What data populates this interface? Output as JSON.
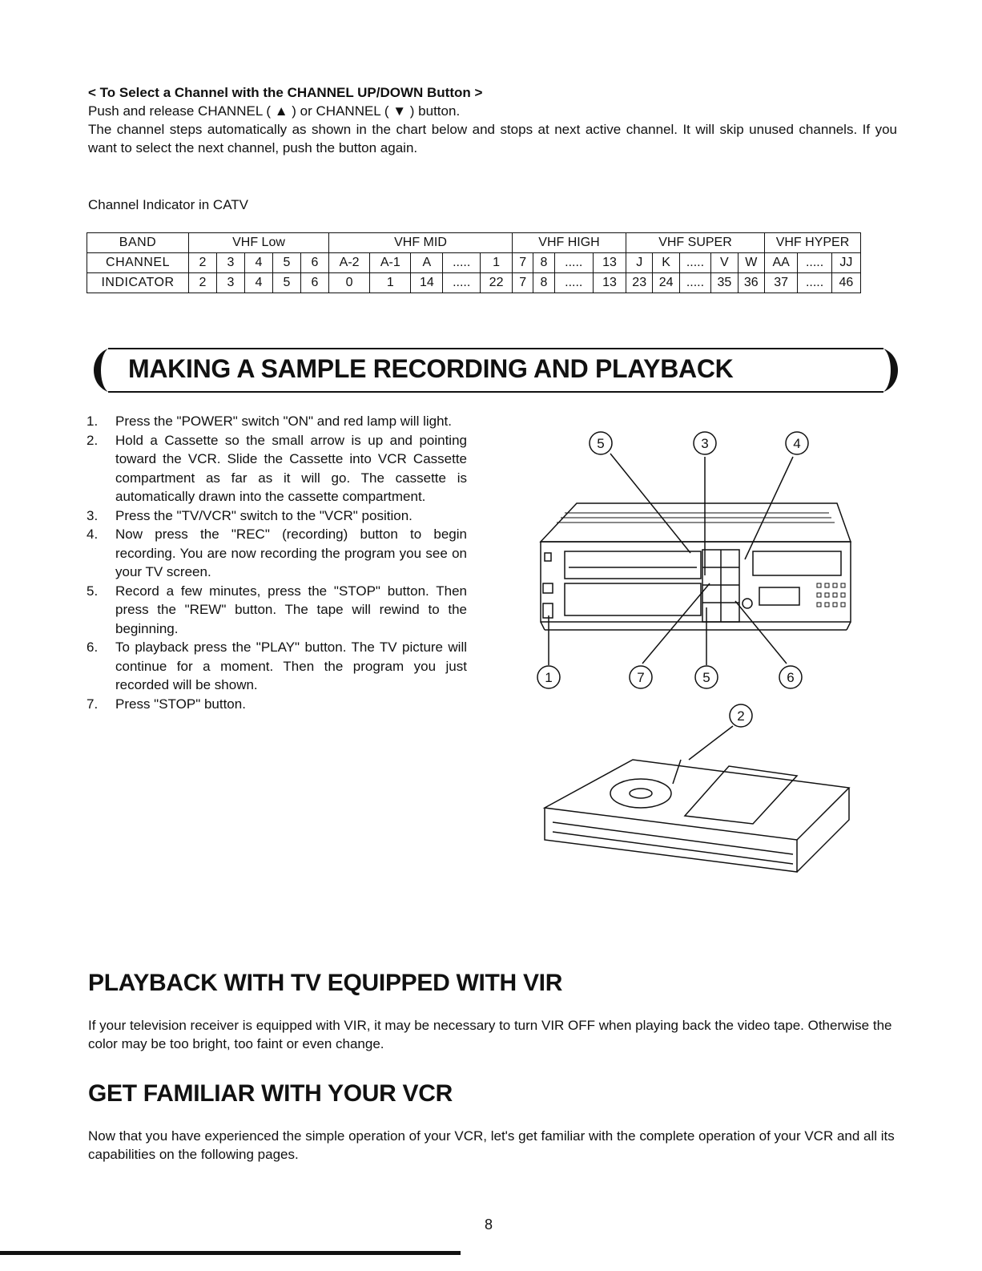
{
  "intro": {
    "heading": "< To Select a Channel with the CHANNEL UP/DOWN Button >",
    "line1": "Push and release CHANNEL ( ▲ ) or CHANNEL ( ▼ ) button.",
    "line2": "The channel steps automatically as shown in the chart below and stops at next active channel. It will skip unused channels. If you want to select the next channel, push the button again."
  },
  "catv": {
    "label": "Channel Indicator in CATV",
    "band_header": "BAND",
    "channel_header": "CHANNEL",
    "indicator_header": "INDICATOR",
    "bands": [
      {
        "name": "VHF Low",
        "channels": [
          "2",
          "3",
          "4",
          "5",
          "6"
        ],
        "indicators": [
          "2",
          "3",
          "4",
          "5",
          "6"
        ]
      },
      {
        "name": "VHF MID",
        "channels": [
          "A-2",
          "A-1",
          "A",
          ".....",
          "1"
        ],
        "indicators": [
          "0",
          "1",
          "14",
          ".....",
          "22"
        ]
      },
      {
        "name": "VHF HIGH",
        "channels": [
          "7",
          "8",
          ".....",
          "13"
        ],
        "indicators": [
          "7",
          "8",
          ".....",
          "13"
        ]
      },
      {
        "name": "VHF SUPER",
        "channels": [
          "J",
          "K",
          ".....",
          "V",
          "W"
        ],
        "indicators": [
          "23",
          "24",
          ".....",
          "35",
          "36"
        ]
      },
      {
        "name": "VHF HYPER",
        "channels": [
          "AA",
          ".....",
          "JJ"
        ],
        "indicators": [
          "37",
          ".....",
          "46"
        ]
      }
    ]
  },
  "recording": {
    "title": "MAKING A SAMPLE RECORDING AND PLAYBACK",
    "steps": [
      {
        "num": "1.",
        "text": "Press the \"POWER\" switch \"ON\" and red lamp will light."
      },
      {
        "num": "2.",
        "text": "Hold a Cassette so the small arrow is up and pointing toward the VCR. Slide the Cassette into VCR Cassette compartment as far as it will go. The cassette is automatically drawn into the cassette compartment."
      },
      {
        "num": "3.",
        "text": "Press the \"TV/VCR\" switch to the \"VCR\" position."
      },
      {
        "num": "4.",
        "text": "Now press the \"REC\" (recording) button to begin recording. You are now recording the program you see on your TV screen."
      },
      {
        "num": "5.",
        "text": "Record a few minutes, press the \"STOP\" button. Then press the \"REW\" button. The tape will rewind to the beginning."
      },
      {
        "num": "6.",
        "text": "To playback press the \"PLAY\" button. The TV picture will continue for a moment. Then the program you just recorded will be shown."
      },
      {
        "num": "7.",
        "text": "Press \"STOP\" button."
      }
    ],
    "callouts_top": [
      "5",
      "3",
      "4"
    ],
    "callouts_bottom": [
      "1",
      "7",
      "5",
      "6"
    ],
    "callout_cassette": "2"
  },
  "vir": {
    "title": "PLAYBACK WITH TV EQUIPPED WITH VIR",
    "text": "If your television receiver is equipped with VIR, it may be necessary to turn VIR OFF when playing back the video tape. Otherwise the color may be too bright, too faint or even change."
  },
  "familiar": {
    "title": "GET FAMILIAR WITH YOUR VCR",
    "text": "Now that you have experienced the simple operation of your VCR, let's get familiar with the complete operation of your VCR and all its capabilities on the following pages."
  },
  "page_number": "8"
}
